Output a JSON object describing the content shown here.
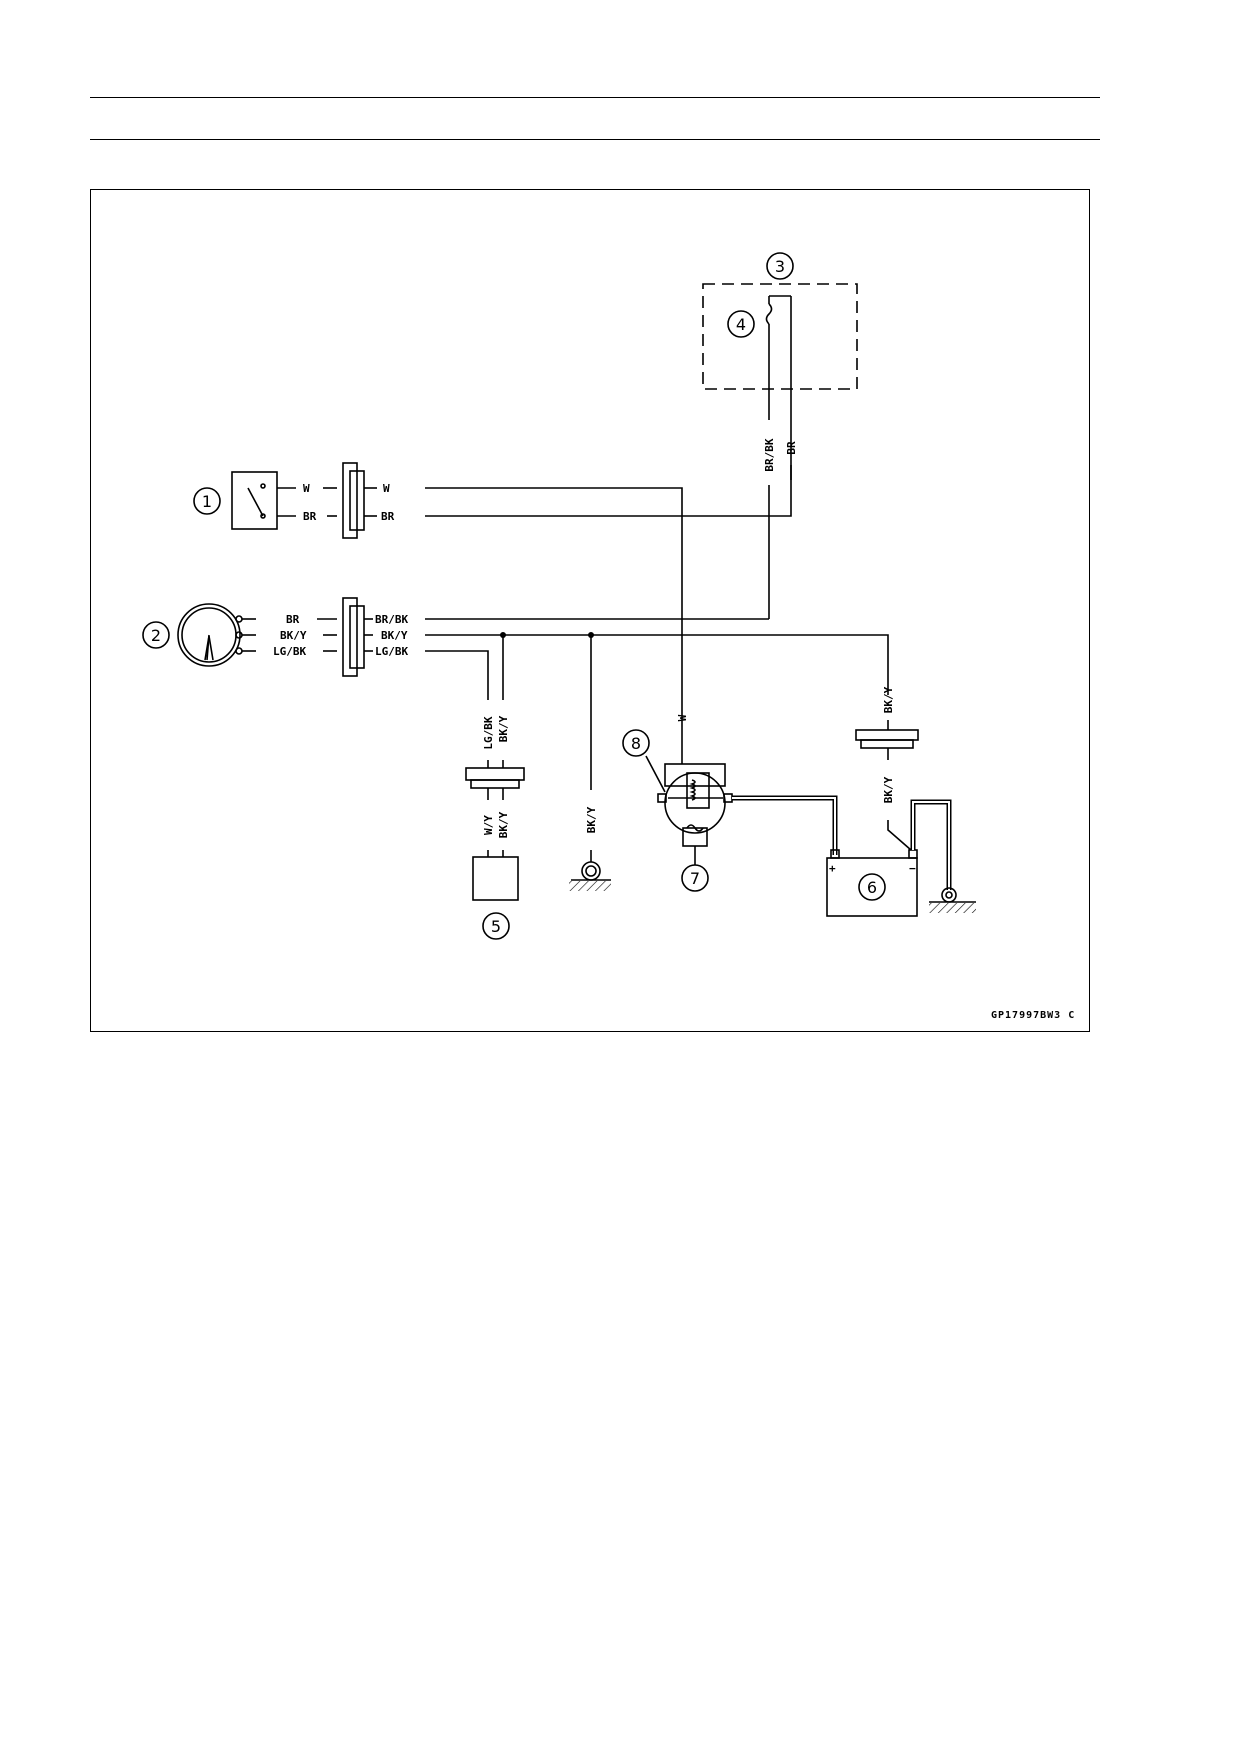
{
  "diagram": {
    "drawing_code": "GP17997BW3 C",
    "callouts": [
      "1",
      "2",
      "3",
      "4",
      "5",
      "6",
      "7",
      "8"
    ],
    "wire_labels": {
      "w": "W",
      "br": "BR",
      "br_bk": "BR/BK",
      "bk_y": "BK/Y",
      "lg_bk": "LG/BK",
      "w_y": "W/Y"
    },
    "battery": {
      "plus": "+",
      "minus": "−"
    }
  }
}
